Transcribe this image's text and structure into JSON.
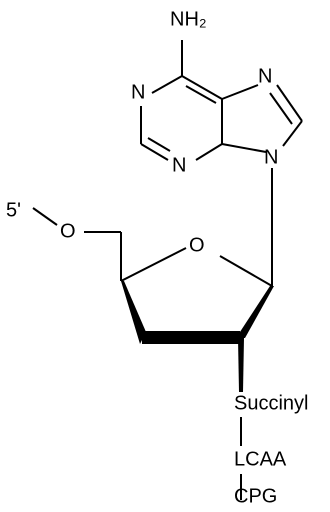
{
  "molecule": {
    "atoms": {
      "nh2": "NH₂",
      "n1": "N",
      "n3": "N",
      "n7": "N",
      "n9": "N",
      "o_ring": "O",
      "o5": "O",
      "five_prime": "5'"
    },
    "linker": {
      "succinyl": "Succinyl",
      "lcaa": "LCAA",
      "cpg": "CPG"
    }
  }
}
